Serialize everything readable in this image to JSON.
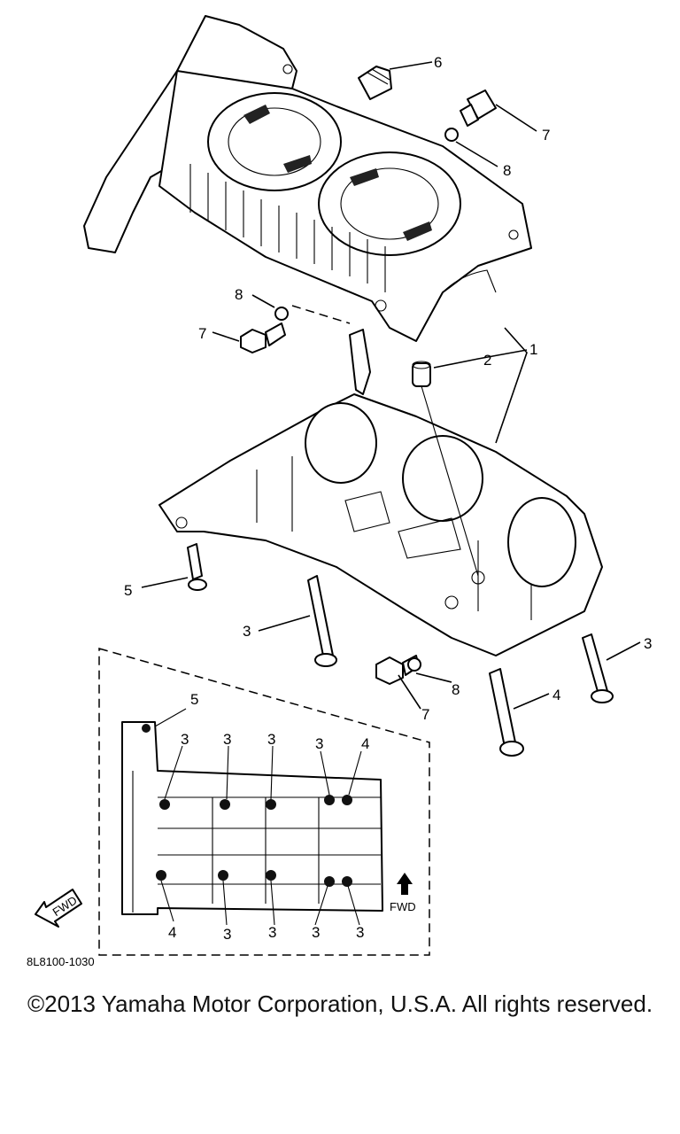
{
  "callouts": {
    "c1": "1",
    "c2": "2",
    "c3a": "3",
    "c3b": "3",
    "c4": "4",
    "c5": "5",
    "c6": "6",
    "c7a": "7",
    "c7b": "7",
    "c7c": "7",
    "c8a": "8",
    "c8b": "8",
    "c8c": "8"
  },
  "inset": {
    "labels_top": [
      "5",
      "3",
      "3",
      "3",
      "3",
      "4"
    ],
    "labels_bottom": [
      "4",
      "3",
      "3",
      "3",
      "3"
    ],
    "fwd": "FWD"
  },
  "fwd_arrow_label": "FWD",
  "diagram_code": "8L8100-1030",
  "copyright": "©2013 Yamaha Motor Corporation, U.S.A. All rights reserved."
}
